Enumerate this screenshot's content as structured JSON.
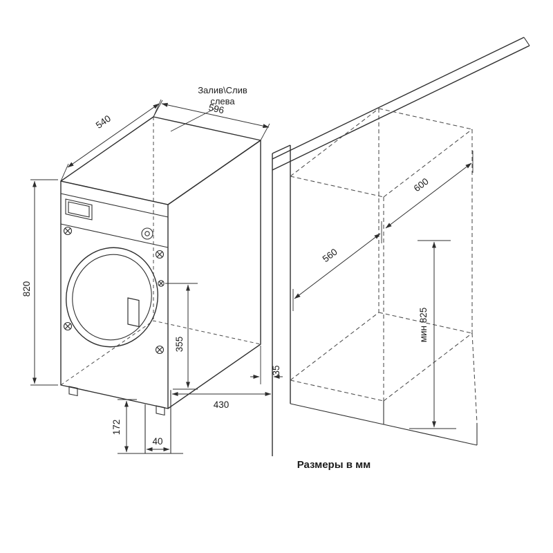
{
  "diagram": {
    "note": {
      "line1": "Залив\\Слив",
      "line2": "слева"
    },
    "dims": {
      "machine_depth": "540",
      "machine_width": "596",
      "machine_height": "820",
      "connection_height": "355",
      "front_gap": "35",
      "base_depth": "430",
      "plinth_height": "172",
      "plinth_recess": "40",
      "worktop_depth": "600",
      "niche_depth": "560",
      "niche_min_height": "мин 825"
    },
    "footer": "Размеры в мм"
  }
}
